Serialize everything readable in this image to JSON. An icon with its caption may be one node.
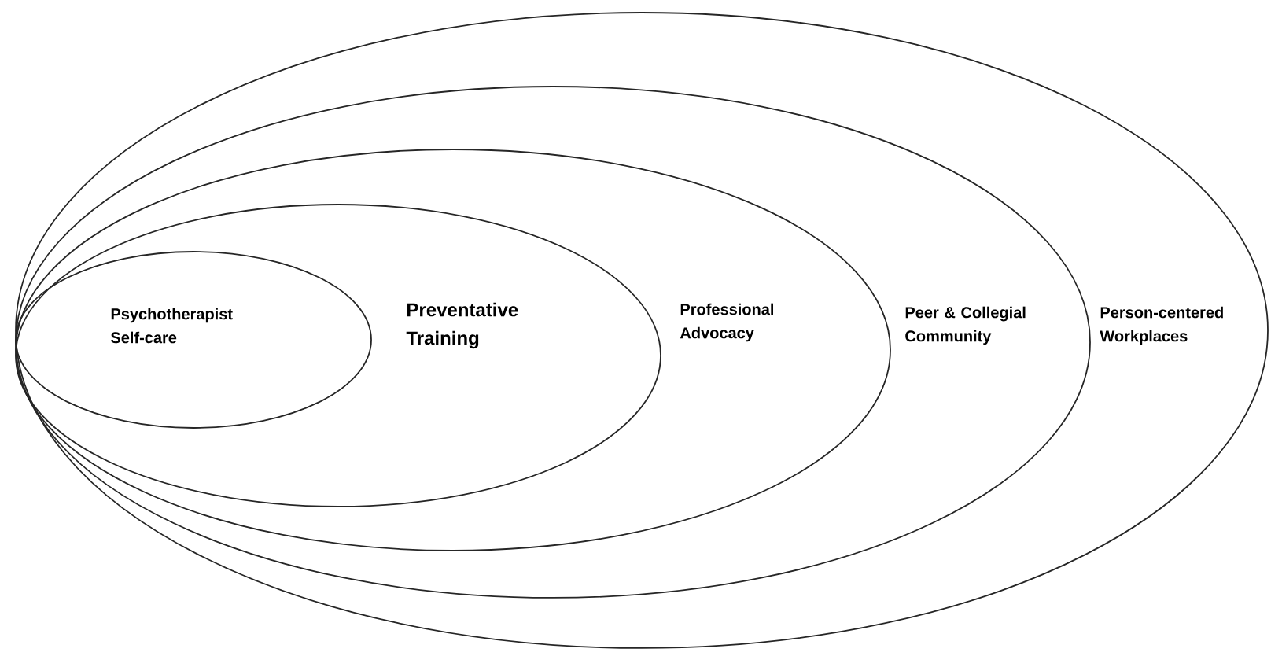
{
  "diagram": {
    "nodes": [
      {
        "text": [
          "Person-centered Workplaces"
        ]
      },
      {
        "text": [
          "Peer & Collegial Community"
        ],
        "in": 0
      },
      {
        "text": [
          "Professional Advocacy"
        ],
        "in": 1
      },
      {
        "text": [
          "Preventative Training"
        ],
        "in": 2
      },
      {
        "text": [
          "Psychotherapist Self-care"
        ],
        "in": 3
      }
    ]
  }
}
